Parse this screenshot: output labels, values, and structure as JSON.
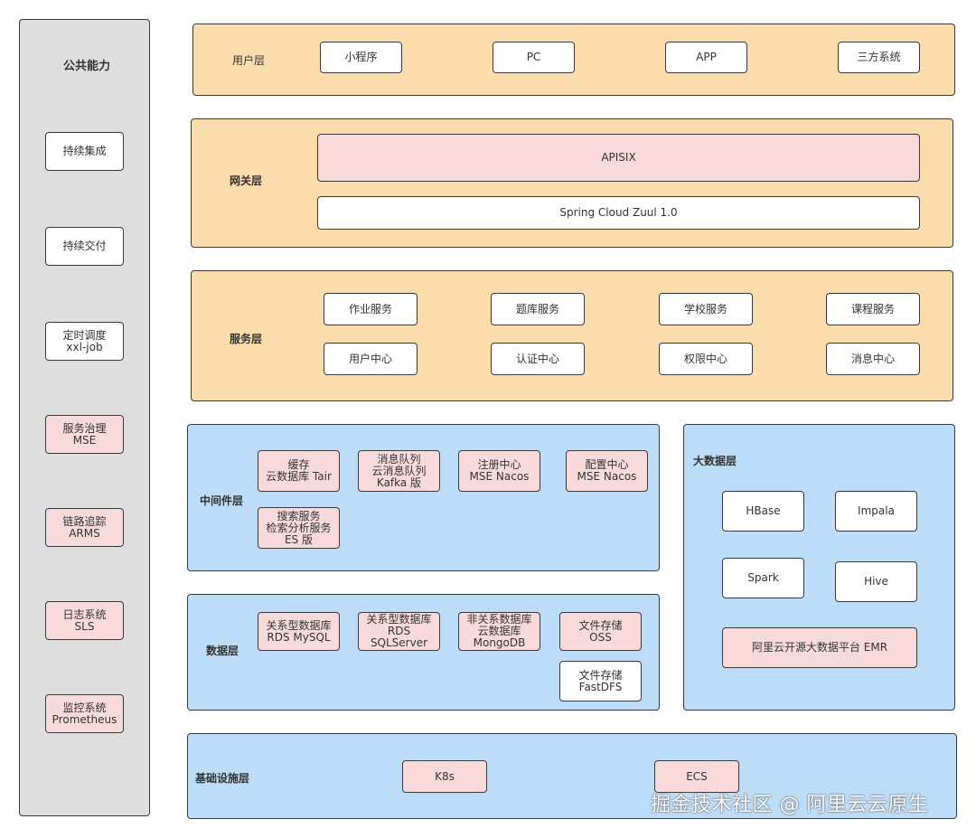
{
  "public": {
    "title": "公共能力",
    "items": [
      "持续集成",
      "持续交付",
      "定时调度\nxxl-job",
      "服务治理\nMSE",
      "链路追踪\nARMS",
      "日志系统\nSLS",
      "监控系统\nPrometheus"
    ]
  },
  "user_layer": {
    "label": "用户层",
    "items": [
      "小程序",
      "PC",
      "APP",
      "三方系统"
    ]
  },
  "gateway_layer": {
    "label": "网关层",
    "items": [
      "APISIX",
      "Spring Cloud Zuul 1.0"
    ]
  },
  "service_layer": {
    "label": "服务层",
    "items": [
      "作业服务",
      "题库服务",
      "学校服务",
      "课程服务",
      "用户中心",
      "认证中心",
      "权限中心",
      "消息中心"
    ]
  },
  "middleware_layer": {
    "label": "中间件层",
    "items": [
      "缓存\n云数据库 Tair",
      "消息队列\n云消息队列\nKafka 版",
      "注册中心\nMSE Nacos",
      "配置中心\nMSE Nacos",
      "搜索服务\n检索分析服务\nES 版"
    ]
  },
  "data_layer": {
    "label": "数据层",
    "items": [
      "关系型数据库\nRDS MySQL",
      "关系型数据库\nRDS\nSQLServer",
      "非关系数据库\n云数据库\nMongoDB",
      "文件存储\nOSS",
      "文件存储\nFastDFS"
    ]
  },
  "bigdata_layer": {
    "label": "大数据层",
    "items": [
      "HBase",
      "Impala",
      "Spark",
      "Hive",
      "阿里云开源大数据平台 EMR"
    ]
  },
  "infra_layer": {
    "label": "基础设施层",
    "items": [
      "K8s",
      "ECS"
    ]
  },
  "watermark": "掘金技术社区 @ 阿里云云原生"
}
